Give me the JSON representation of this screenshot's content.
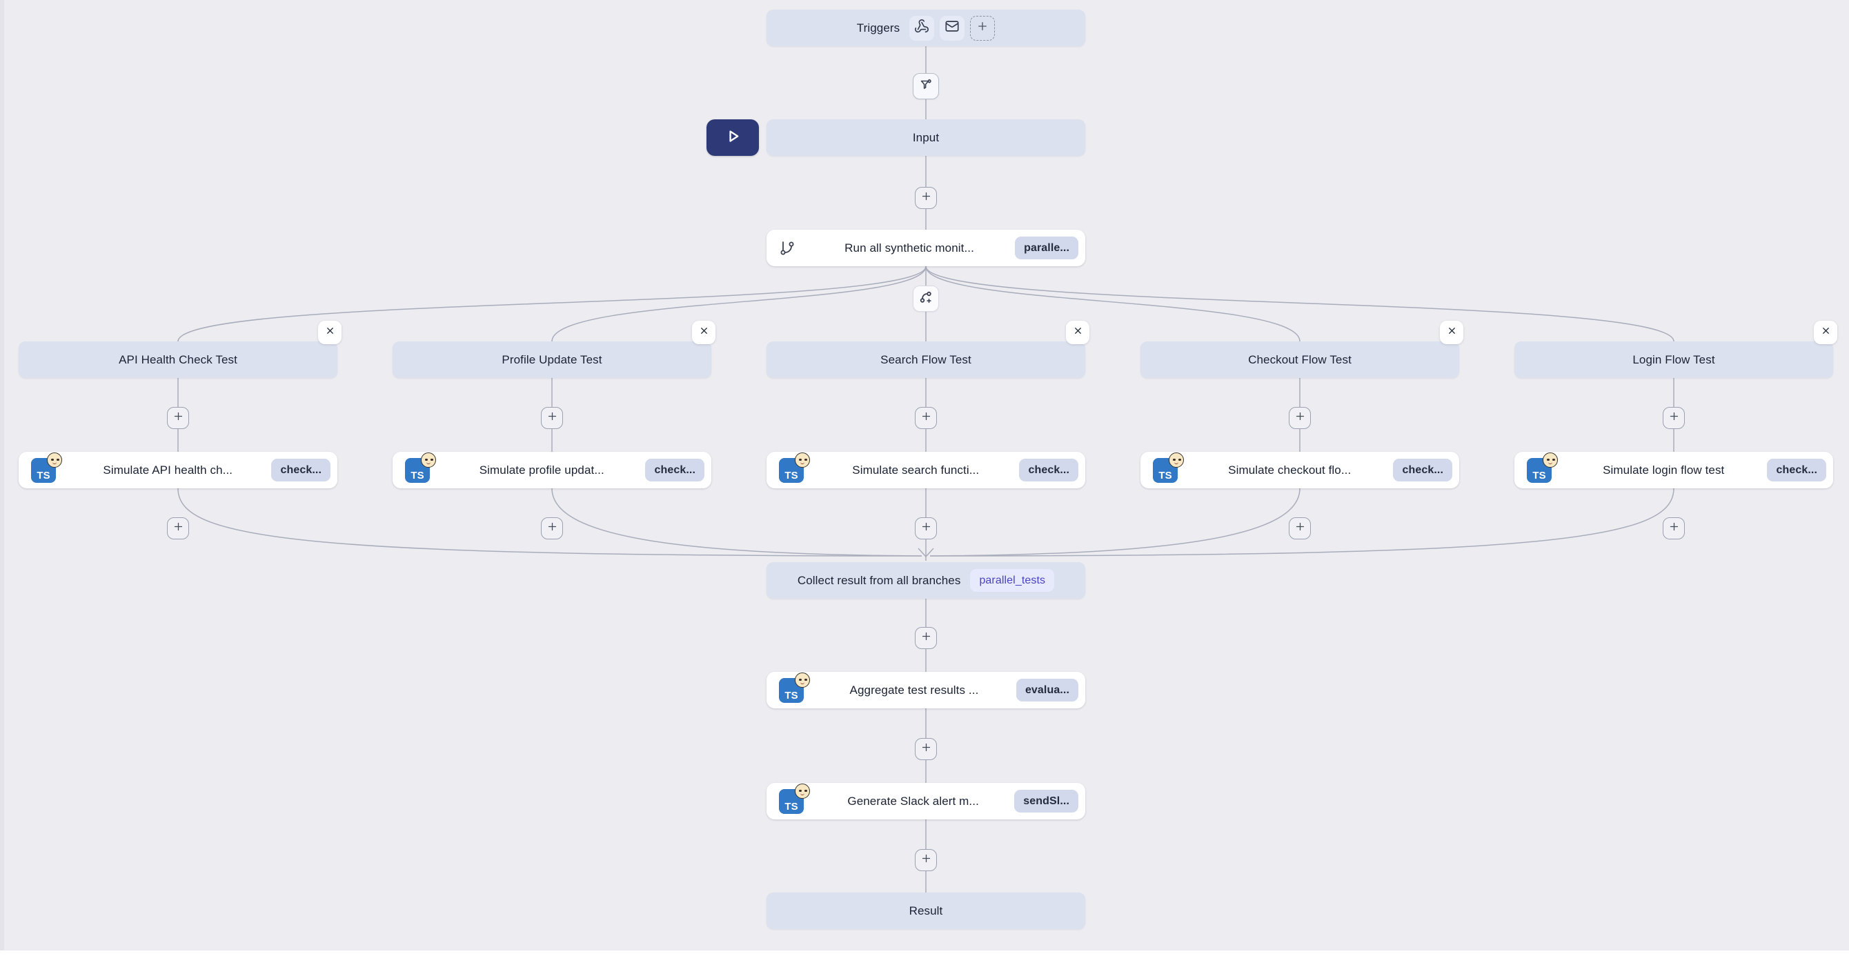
{
  "canvas": {
    "background": "#ececf1",
    "node_color": "#dce1ef",
    "wire_color": "#a9adbb",
    "play_button_color": "#2e3a78",
    "badge_bg": "#d3d9ec",
    "badge_indigo_bg": "#e7e9fd",
    "badge_indigo_text": "#4a43c4",
    "ts_blue": "#3178c6"
  },
  "icons": {
    "webhook": "webhook-glyph",
    "mail": "envelope-glyph",
    "add_trigger": "plus-in-dashed-box",
    "filter": "funnel-with-gear",
    "play": "outlined-play-triangle",
    "git_branch": "git-branch-glyph",
    "branch_split": "git-branch-with-plus",
    "plus": "plus-glyph",
    "close": "x-glyph",
    "ts_step": "typescript-square-with-baby-face"
  },
  "triggers": {
    "label": "Triggers"
  },
  "nodes": {
    "input": {
      "label": "Input"
    },
    "run": {
      "label": "Run all synthetic monit...",
      "badge": "paralle..."
    },
    "collect": {
      "label": "Collect result from all branches",
      "badge": "parallel_tests"
    },
    "aggregate": {
      "label": "Aggregate test results ...",
      "badge": "evalua..."
    },
    "slack": {
      "label": "Generate Slack alert m...",
      "badge": "sendSl..."
    },
    "result": {
      "label": "Result"
    }
  },
  "branches": [
    {
      "title": "API Health Check Test",
      "step_label": "Simulate API health ch...",
      "step_badge": "check..."
    },
    {
      "title": "Profile Update Test",
      "step_label": "Simulate profile updat...",
      "step_badge": "check..."
    },
    {
      "title": "Search Flow Test",
      "step_label": "Simulate search functi...",
      "step_badge": "check..."
    },
    {
      "title": "Checkout Flow Test",
      "step_label": "Simulate checkout flo...",
      "step_badge": "check..."
    },
    {
      "title": "Login Flow Test",
      "step_label": "Simulate login flow test",
      "step_badge": "check..."
    }
  ],
  "ts_label": "TS"
}
